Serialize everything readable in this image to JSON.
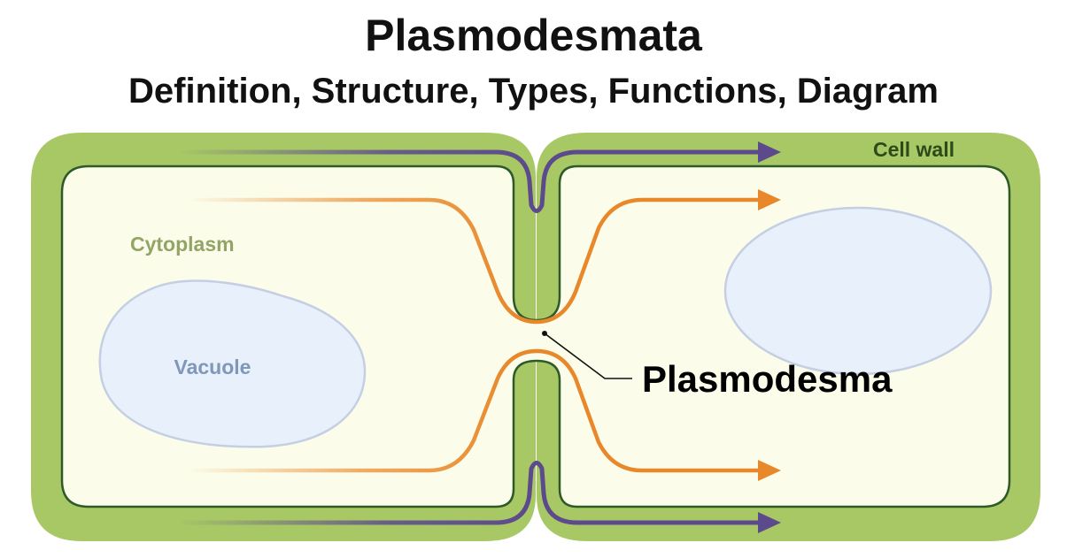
{
  "title": "Plasmodesmata",
  "subtitle": "Definition, Structure, Types, Functions, Diagram",
  "labels": {
    "cell_wall": "Cell wall",
    "cytoplasm": "Cytoplasm",
    "vacuole": "Vacuole",
    "plasmodesma": "Plasmodesma"
  },
  "colors": {
    "cell_wall": "#a8c865",
    "cell_wall_label": "#2f4a1a",
    "membrane": "#2e5a2a",
    "cytoplasm": "#fbfdea",
    "cytoplasm_label": "#93a467",
    "vacuole_fill": "#e8f0fb",
    "vacuole_stroke": "#c4cfe4",
    "vacuole_label": "#7f97b8",
    "orange_arrow": "#e8882a",
    "purple_arrow": "#5c4a8c",
    "plasmodesma_label": "#000000"
  }
}
